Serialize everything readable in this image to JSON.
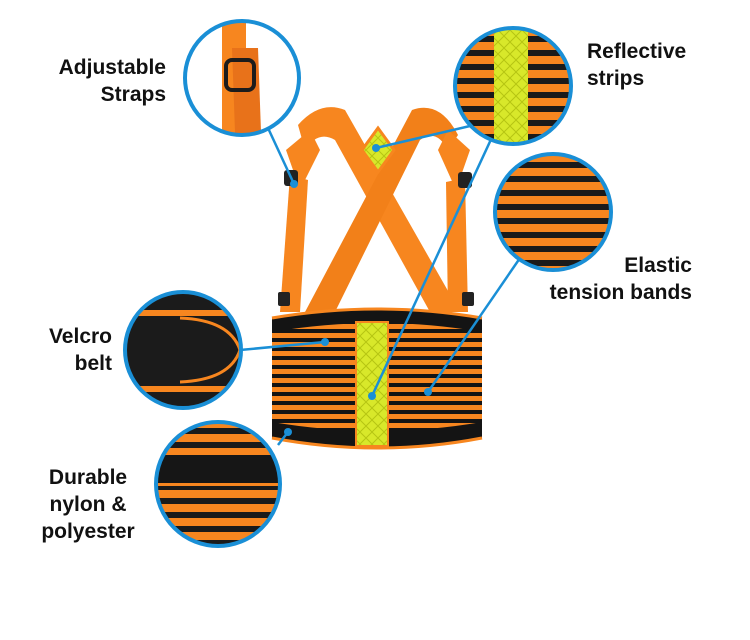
{
  "labels": {
    "adjustable": [
      "Adjustable",
      "Straps"
    ],
    "reflective": [
      "Reflective",
      "strips"
    ],
    "elastic": [
      "Elastic",
      "tension bands"
    ],
    "velcro": [
      "Velcro",
      "belt"
    ],
    "durable": [
      "Durable",
      "nylon &",
      "polyester"
    ]
  },
  "colors": {
    "orange": "#f7861f",
    "dark_orange": "#d7650a",
    "black": "#141414",
    "reflective": "#d8e82a",
    "callout_ring": "#1a8fd6"
  }
}
